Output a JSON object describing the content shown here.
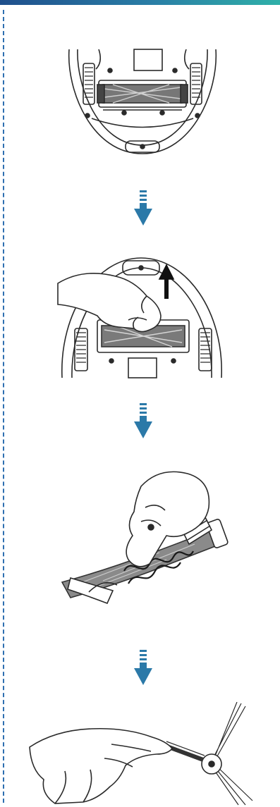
{
  "page": {
    "accent_color": "#2e6fb0",
    "arrow_color": "#2b79a8",
    "header_gradient": [
      "#1f4f8c",
      "#2a7fa6",
      "#2fb0a8"
    ]
  },
  "steps": [
    {
      "illustration": "robot-vacuum-underside"
    },
    {
      "illustration": "hand-lifting-main-brush"
    },
    {
      "illustration": "hand-removing-hair-from-brush"
    },
    {
      "illustration": "hand-cleaning-side-brush"
    }
  ],
  "arrows": [
    {
      "icon": "down-arrow-icon"
    },
    {
      "icon": "down-arrow-icon"
    },
    {
      "icon": "down-arrow-icon"
    }
  ]
}
